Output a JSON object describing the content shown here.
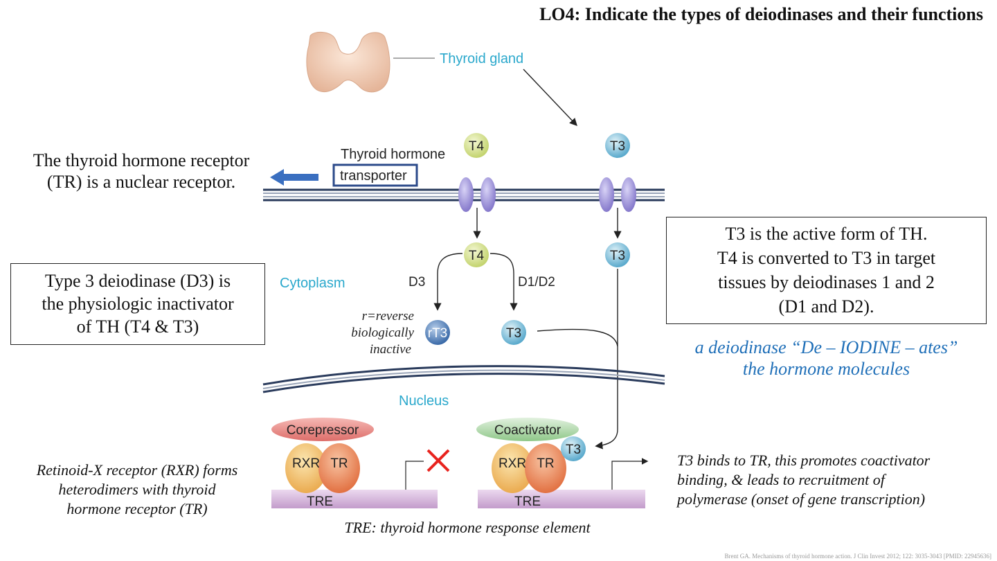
{
  "title": "LO4: Indicate the types of deiodinases and their functions",
  "left_receptor_text": [
    "The thyroid hormone receptor",
    "(TR) is a nuclear receptor."
  ],
  "left_box_text": [
    "Type 3 deiodinase (D3) is",
    "the physiologic inactivator",
    "of TH (T4 & T3)"
  ],
  "left_bottom_text": [
    "Retinoid-X receptor (RXR) forms",
    "heterodimers with thyroid",
    "hormone receptor (TR)"
  ],
  "right_box_text": [
    "T3 is the active form of TH.",
    "T4 is converted to T3 in target",
    "tissues by deiodinases 1 and 2",
    "(D1 and D2)."
  ],
  "right_blue_text": [
    "a deiodinase “De – IODINE – ates”",
    "the hormone molecules"
  ],
  "right_bottom_text": [
    "T3 binds to TR, this promotes coactivator",
    "binding, & leads to recruitment of",
    "polymerase (onset of gene transcription)"
  ],
  "caption": "TRE: thyroid hormone response element",
  "footer": "Brent GA. Mechanisms of thyroid hormone action. J Clin Invest 2012; 122: 3035-3043 [PMID: 22945636]",
  "diagram": {
    "thyroid_gland": "Thyroid gland",
    "transporter_line1": "Thyroid hormone",
    "transporter_line2": "transporter",
    "cytoplasm": "Cytoplasm",
    "nucleus": "Nucleus",
    "t4": "T4",
    "t3": "T3",
    "rt3": "rT3",
    "d3": "D3",
    "d1d2": "D1/D2",
    "reverse_note": [
      "r=reverse",
      "biologically",
      "inactive"
    ],
    "corepressor": "Corepressor",
    "coactivator": "Coactivator",
    "rxr": "RXR",
    "tr": "TR",
    "tre": "TRE"
  },
  "colors": {
    "label_blue": "#2aa8cc",
    "t4_fill": "#d9e69a",
    "t3_fill": "#8cc9e0",
    "rt3_fill": "#5b8bc4",
    "channel": "#9a8fd6",
    "corepressor": "#e88a86",
    "coactivator": "#a6d3a0",
    "rxr": "#f2c06a",
    "tr": "#ec8a55",
    "dna": "#d3b3d8",
    "arrow_blue": "#3a6fc0",
    "blue_text": "#1f6fb8"
  }
}
